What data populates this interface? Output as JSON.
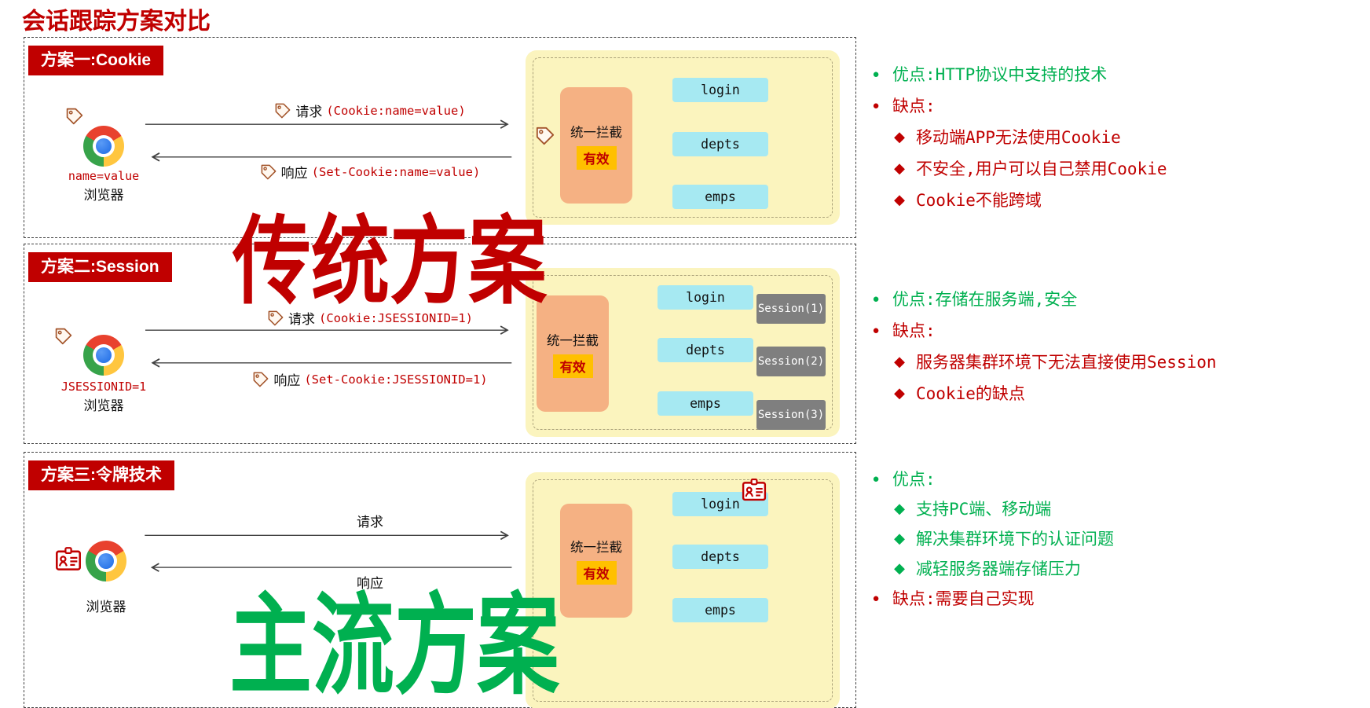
{
  "title": "会话跟踪方案对比",
  "colors": {
    "accent_red": "#C00000",
    "pro_green": "#00B050",
    "arrow_green": "#8DC63F",
    "service_cyan": "#A6E9F2",
    "interceptor_orange": "#F5B183",
    "badge_gold": "#FFC000",
    "panel_yellow": "#FBF4BE",
    "session_gray": "#7F7F7F"
  },
  "watermarks": {
    "traditional": "传统方案",
    "mainstream": "主流方案"
  },
  "schemes": [
    {
      "banner": "方案一:Cookie",
      "browser": {
        "label": "浏览器",
        "tag_text": "name=value"
      },
      "request": {
        "label": "请求",
        "code": "(Cookie:name=value)"
      },
      "response": {
        "label": "响应",
        "code": "(Set-Cookie:name=value)"
      },
      "server": {
        "interceptor": "统一拦截",
        "badge": "有效",
        "services": [
          "login",
          "depts",
          "emps"
        ]
      }
    },
    {
      "banner": "方案二:Session",
      "browser": {
        "label": "浏览器",
        "tag_text": "JSESSIONID=1"
      },
      "request": {
        "label": "请求",
        "code": "(Cookie:JSESSIONID=1)"
      },
      "response": {
        "label": "响应",
        "code": "(Set-Cookie:JSESSIONID=1)"
      },
      "server": {
        "interceptor": "统一拦截",
        "badge": "有效",
        "services": [
          "login",
          "depts",
          "emps"
        ],
        "sessions": [
          "Session(1)",
          "Session(2)",
          "Session(3)"
        ]
      }
    },
    {
      "banner": "方案三:令牌技术",
      "browser": {
        "label": "浏览器"
      },
      "request": {
        "label": "请求"
      },
      "response": {
        "label": "响应"
      },
      "server": {
        "interceptor": "统一拦截",
        "badge": "有效",
        "services": [
          "login",
          "depts",
          "emps"
        ]
      }
    }
  ],
  "notes": [
    {
      "items": [
        {
          "marker": "●",
          "text": "优点:HTTP协议中支持的技术",
          "tone": "pro"
        },
        {
          "marker": "●",
          "text": "缺点:",
          "tone": "con"
        },
        {
          "marker": "◆",
          "text": "移动端APP无法使用Cookie",
          "tone": "con"
        },
        {
          "marker": "◆",
          "text": "不安全,用户可以自己禁用Cookie",
          "tone": "con"
        },
        {
          "marker": "◆",
          "text": "Cookie不能跨域",
          "tone": "con"
        }
      ]
    },
    {
      "items": [
        {
          "marker": "●",
          "text": "优点:存储在服务端,安全",
          "tone": "pro"
        },
        {
          "marker": "●",
          "text": "缺点:",
          "tone": "con"
        },
        {
          "marker": "◆",
          "text": "服务器集群环境下无法直接使用Session",
          "tone": "con"
        },
        {
          "marker": "◆",
          "text": "Cookie的缺点",
          "tone": "con"
        }
      ]
    },
    {
      "items": [
        {
          "marker": "●",
          "text": "优点:",
          "tone": "pro"
        },
        {
          "marker": "◆",
          "text": "支持PC端、移动端",
          "tone": "pro"
        },
        {
          "marker": "◆",
          "text": "解决集群环境下的认证问题",
          "tone": "pro"
        },
        {
          "marker": "◆",
          "text": "减轻服务器端存储压力",
          "tone": "pro"
        },
        {
          "marker": "●",
          "text": "缺点:需要自己实现",
          "tone": "con"
        }
      ]
    }
  ]
}
